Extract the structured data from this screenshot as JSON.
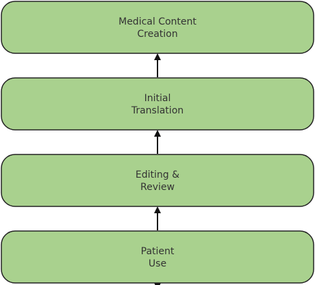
{
  "diagram": {
    "type": "flowchart",
    "direction": "bottom-to-top",
    "fill_color": "#a9d18e",
    "stroke_color": "#222222",
    "text_color": "#333333",
    "nodes": [
      {
        "id": "medical-content-creation",
        "lines": [
          "Medical Content",
          "Creation"
        ]
      },
      {
        "id": "initial-translation",
        "lines": [
          "Initial",
          "Translation"
        ]
      },
      {
        "id": "editing-review",
        "lines": [
          "Editing &",
          "Review"
        ]
      },
      {
        "id": "patient-use",
        "lines": [
          "Patient",
          "Use"
        ]
      }
    ],
    "edges": [
      {
        "from": "initial-translation",
        "to": "medical-content-creation"
      },
      {
        "from": "editing-review",
        "to": "initial-translation"
      },
      {
        "from": "patient-use",
        "to": "editing-review"
      },
      {
        "from": "below",
        "to": "patient-use"
      }
    ]
  }
}
